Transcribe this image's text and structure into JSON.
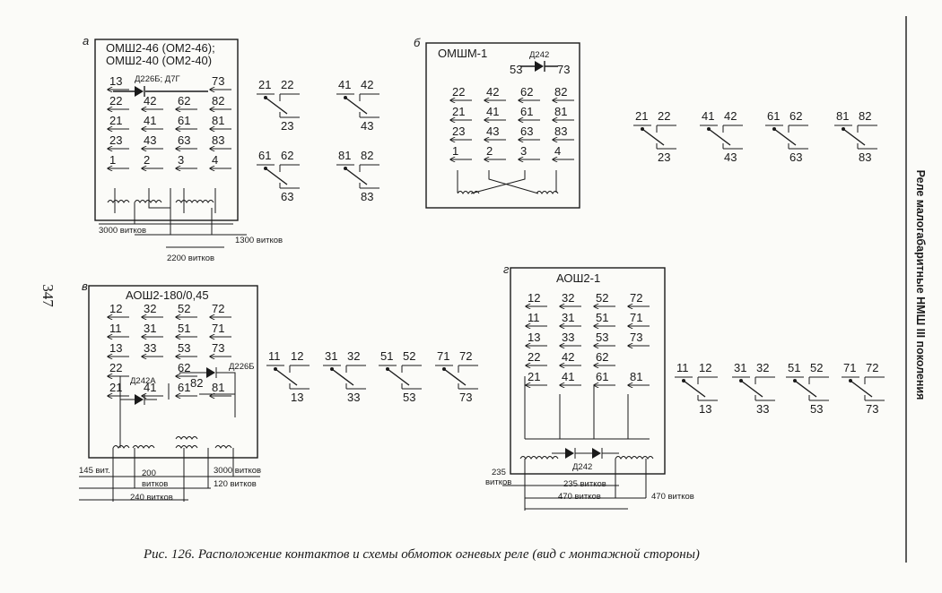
{
  "page_number": "347",
  "side_title": "Реле малогабаритные НМШ III поколения",
  "caption": "Рис. 126. Расположение контактов и схемы обмоток огневых реле (вид с монтажной стороны)",
  "panels": {
    "a": {
      "letter": "а",
      "title1": "ОМШ2-46 (ОМ2-46);",
      "title2": "ОМШ2-40 (ОМ2-40)",
      "diode": "Д226Б; Д7Г",
      "rows": [
        [
          "13",
          "",
          "",
          "73"
        ],
        [
          "22",
          "42",
          "62",
          "82"
        ],
        [
          "21",
          "41",
          "61",
          "81"
        ],
        [
          "23",
          "43",
          "63",
          "83"
        ],
        [
          "1",
          "2",
          "3",
          "4"
        ]
      ],
      "windings": [
        "3000 витков",
        "1300 витков",
        "2200 витков"
      ],
      "contacts": [
        [
          "21",
          "22",
          "23"
        ],
        [
          "41",
          "42",
          "43"
        ],
        [
          "61",
          "62",
          "63"
        ],
        [
          "81",
          "82",
          "83"
        ]
      ]
    },
    "b": {
      "letter": "б",
      "title": "ОМШМ-1",
      "diode": "Д242",
      "diode_pins": [
        "53",
        "73"
      ],
      "rows": [
        [
          "22",
          "42",
          "62",
          "82"
        ],
        [
          "21",
          "41",
          "61",
          "81"
        ],
        [
          "23",
          "43",
          "63",
          "83"
        ],
        [
          "1",
          "2",
          "3",
          "4"
        ]
      ],
      "contacts": [
        [
          "21",
          "22",
          "23"
        ],
        [
          "41",
          "42",
          "43"
        ],
        [
          "61",
          "62",
          "63"
        ],
        [
          "81",
          "82",
          "83"
        ]
      ]
    },
    "v": {
      "letter": "в",
      "title": "АОШ2-180/0,45",
      "diode1": "Д242А",
      "diode2": "Д226Б",
      "rows": [
        [
          "12",
          "32",
          "52",
          "72"
        ],
        [
          "11",
          "31",
          "51",
          "71"
        ],
        [
          "13",
          "33",
          "53",
          "73"
        ],
        [
          "22",
          "",
          "62",
          ""
        ],
        [
          "21",
          "41",
          "61",
          "81"
        ]
      ],
      "pin82": "82",
      "windings": [
        "145 вит.",
        "200",
        "витков",
        "3000 витков",
        "120 витков",
        "240 витков"
      ],
      "contacts": [
        [
          "11",
          "12",
          "13"
        ],
        [
          "31",
          "32",
          "33"
        ],
        [
          "51",
          "52",
          "53"
        ],
        [
          "71",
          "72",
          "73"
        ]
      ]
    },
    "g": {
      "letter": "г",
      "title": "АОШ2-1",
      "diode": "Д242",
      "rows": [
        [
          "12",
          "32",
          "52",
          "72"
        ],
        [
          "11",
          "31",
          "51",
          "71"
        ],
        [
          "13",
          "33",
          "53",
          "73"
        ],
        [
          "22",
          "42",
          "62",
          ""
        ],
        [
          "21",
          "41",
          "61",
          "81"
        ]
      ],
      "windings": [
        "235",
        "витков",
        "235 витков",
        "470 витков",
        "470 витков"
      ],
      "contacts": [
        [
          "11",
          "12",
          "13"
        ],
        [
          "31",
          "32",
          "33"
        ],
        [
          "51",
          "52",
          "53"
        ],
        [
          "71",
          "72",
          "73"
        ]
      ]
    }
  }
}
